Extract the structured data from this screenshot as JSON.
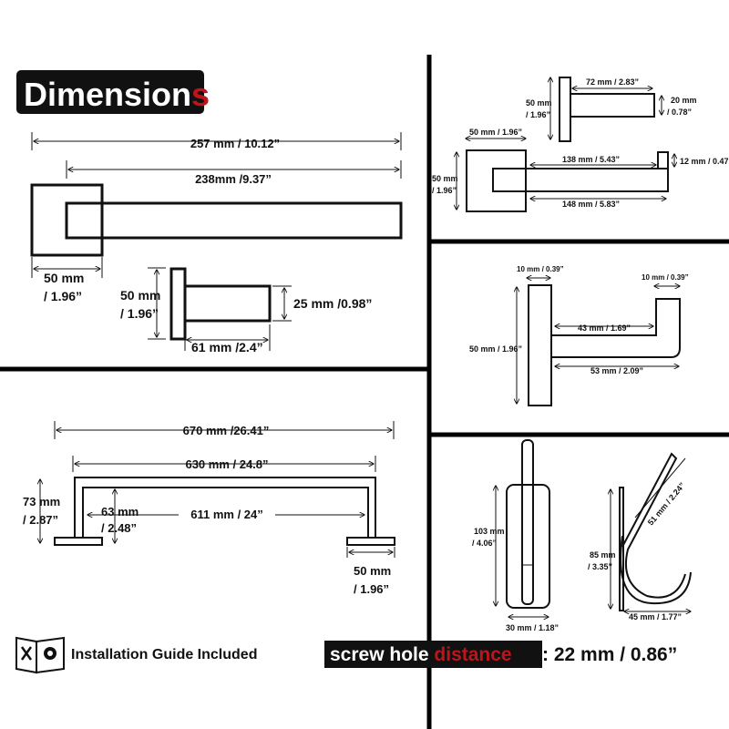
{
  "title": {
    "text": "Dimension",
    "accent": "s",
    "bg": "#111111",
    "accent_color": "#c0141b"
  },
  "towel_bar": {
    "overall": "257 mm / 10.12”",
    "arm": "238mm /9.37”",
    "base_w_1": "50 mm",
    "base_w_2": "/ 1.96”",
    "side_h_1": "50 mm",
    "side_h_2": "/ 1.96”",
    "side_depth": "61 mm /2.4”",
    "side_bar": "25 mm /0.98”"
  },
  "paper_holder": {
    "side_base_1": "50 mm",
    "side_base_2": "/ 1.96”",
    "side_depth": "72 mm / 2.83”",
    "side_bar_1": "20 mm",
    "side_bar_2": "/ 0.78”",
    "front_base_w": "50 mm / 1.96”",
    "front_base_h_1": "50 mm",
    "front_base_h_2": "/ 1.96”",
    "inner_arm": "138 mm / 5.43”",
    "tip": "12 mm / 0.47”",
    "outer_arm": "148 mm / 5.83”"
  },
  "hook_arm": {
    "plate_w": "10 mm / 0.39”",
    "tip_w": "10 mm / 0.39”",
    "plate_h": "50 mm / 1.96”",
    "inner": "43 mm / 1.69”",
    "outer": "53 mm / 2.09”"
  },
  "grab_bar": {
    "overall": "670 mm /26.41”",
    "top": "630 mm / 24.8”",
    "inner": "611 mm / 24”",
    "height_1": "73 mm",
    "height_2": "/ 2.87”",
    "post_1": "63 mm",
    "post_2": "/ 2.48”",
    "base_1": "50 mm",
    "base_2": "/ 1.96”"
  },
  "robe_hook": {
    "plate_h_1": "103 mm",
    "plate_h_2": "/ 4.06”",
    "plate_w": "30 mm / 1.18”",
    "curve_h_1": "85 mm",
    "curve_h_2": "/ 3.35”",
    "diag": "51 mm / 2.24”",
    "depth": "45 mm / 1.77”"
  },
  "footer": {
    "install_text": "Installation Guide Included",
    "screw_a": "screw hole",
    "screw_b": "distance",
    "screw_value": ": 22 mm / 0.86”",
    "accent_color": "#c0141b"
  }
}
